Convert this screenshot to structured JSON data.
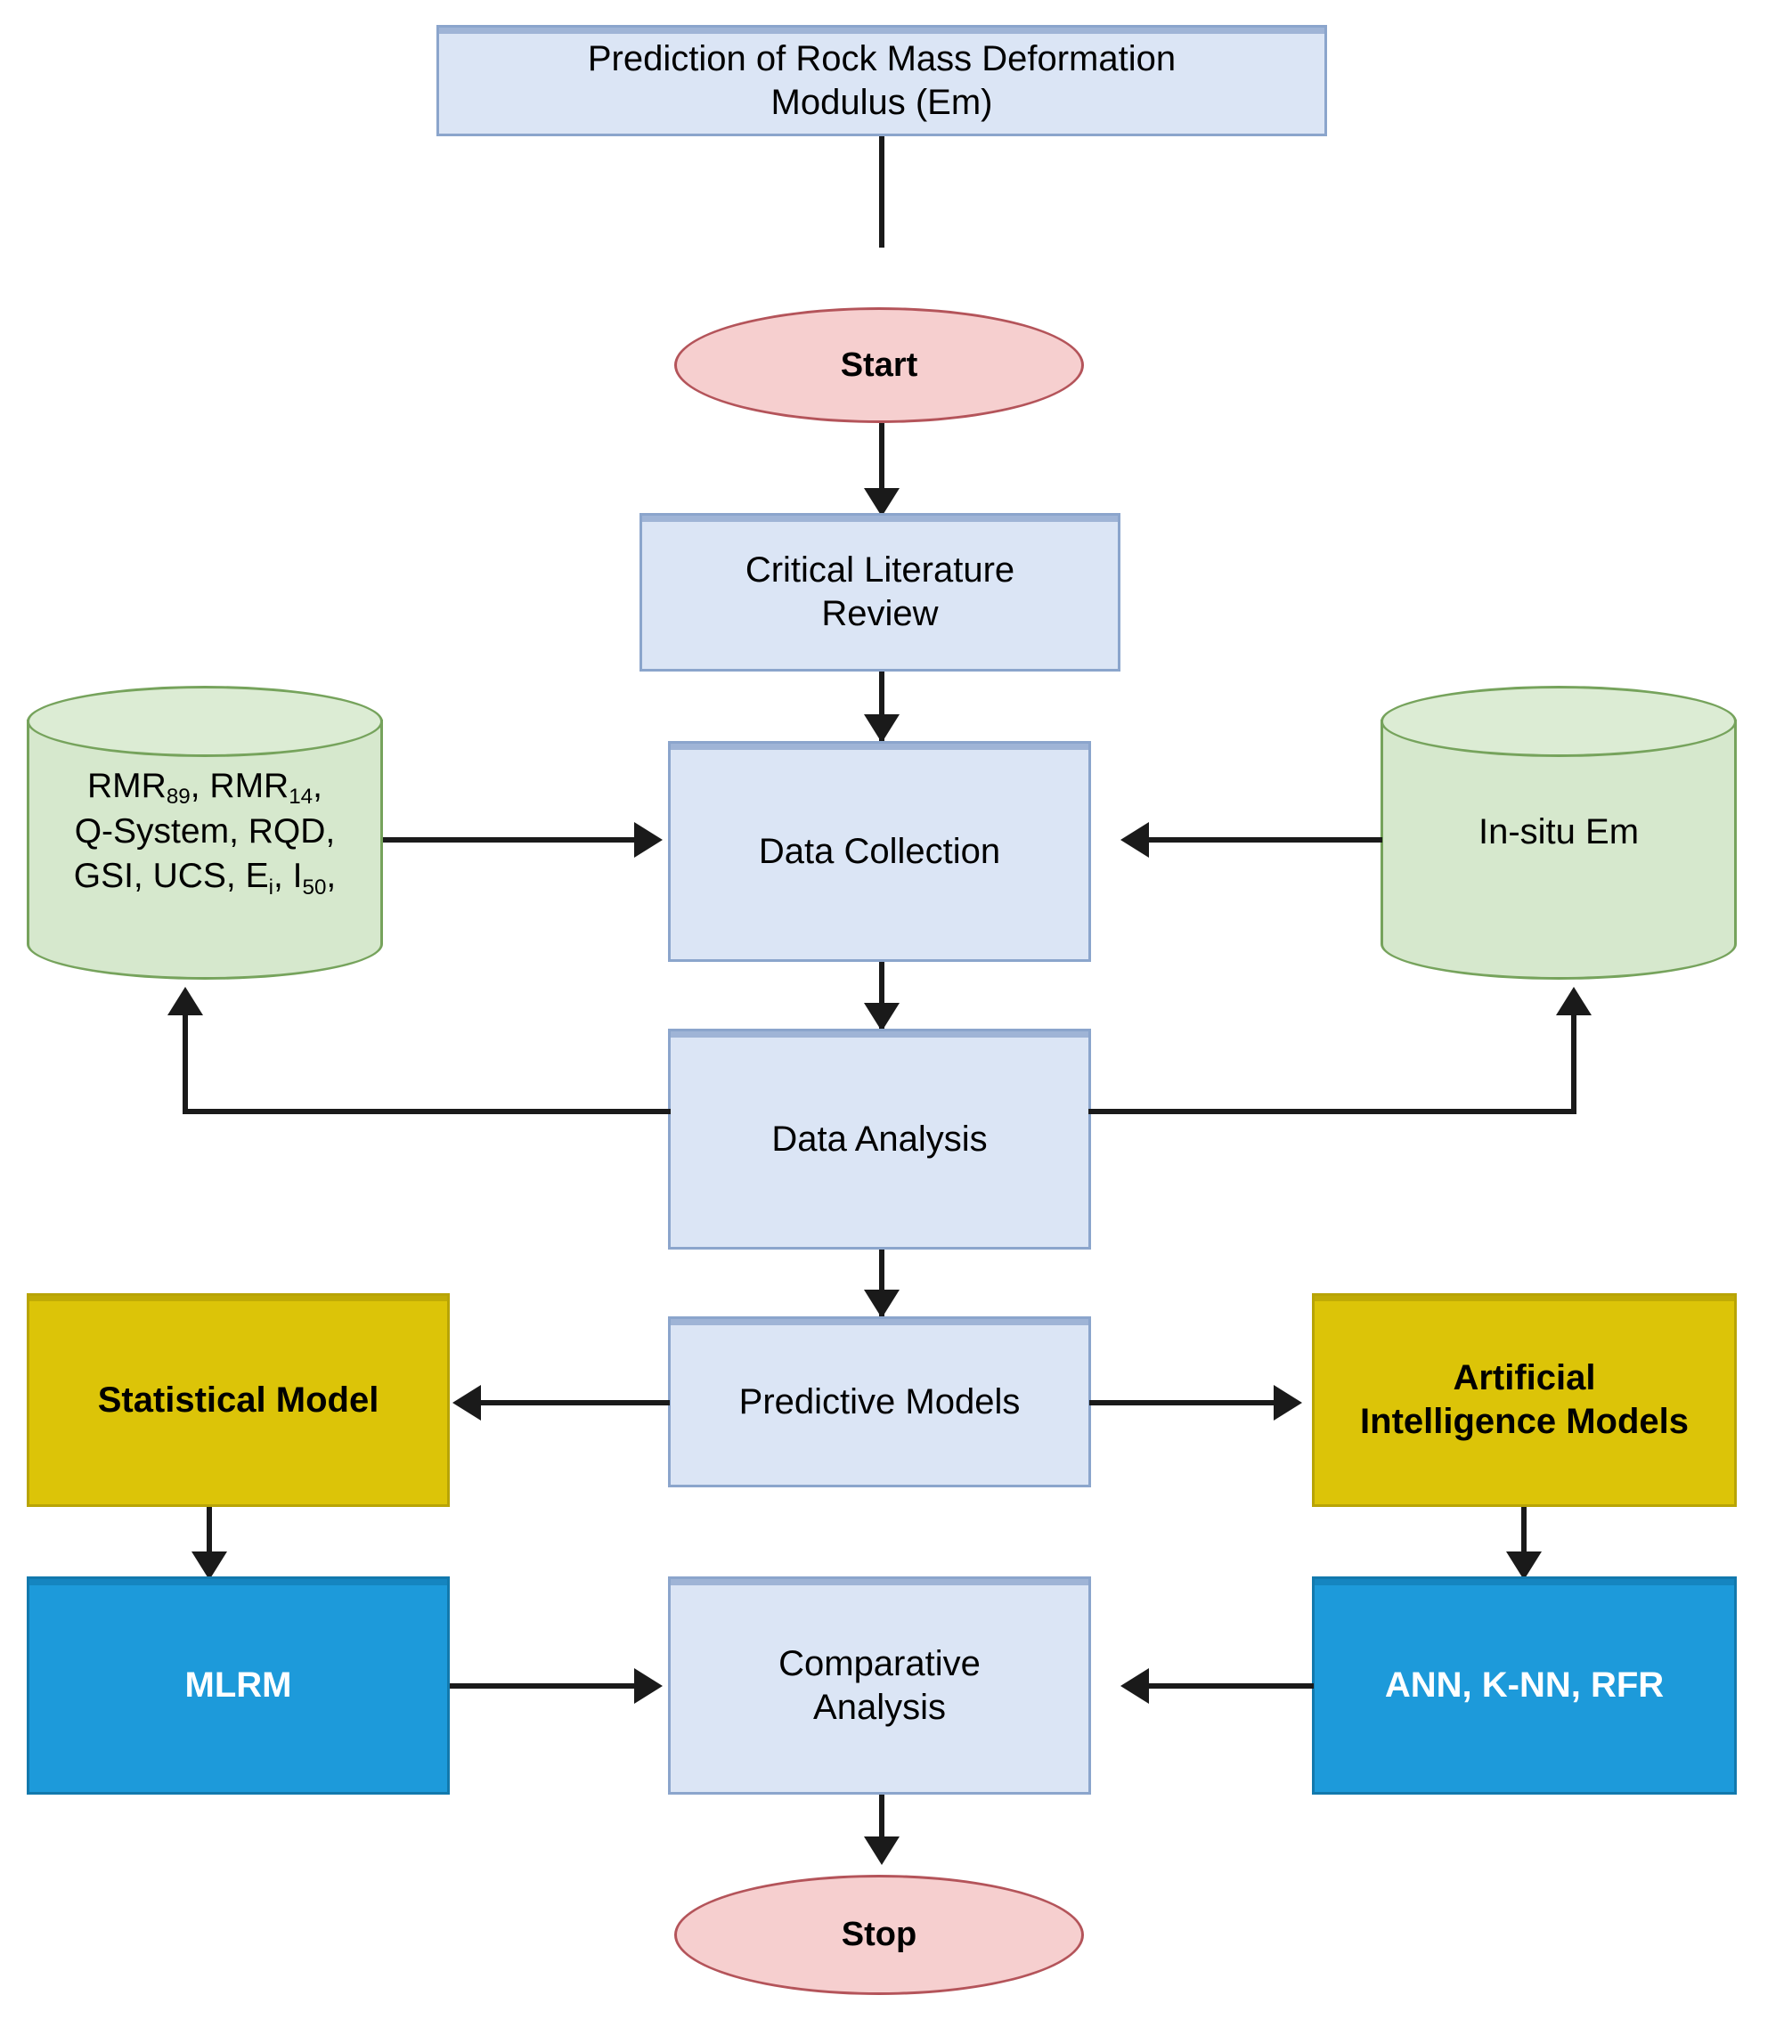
{
  "diagram": {
    "title_box": {
      "line1": "Prediction of Rock Mass Deformation",
      "line2": "Modulus (Em)"
    },
    "start": "Start",
    "stop": "Stop",
    "nodes": {
      "literature_review": {
        "line1": "Critical Literature",
        "line2": "Review"
      },
      "data_collection": "Data Collection",
      "data_analysis": "Data Analysis",
      "predictive_models": "Predictive Models",
      "comparative_analysis": {
        "line1": "Comparative",
        "line2": "Analysis"
      },
      "statistical_model": "Statistical Model",
      "ai_models": {
        "line1": "Artificial",
        "line2": "Intelligence Models"
      },
      "mlrm": "MLRM",
      "ai_methods": "ANN, K-NN, RFR"
    },
    "databases": {
      "input_parameters": {
        "line1_a": "RMR",
        "line1_a_sub": "89",
        "line1_sep": ", ",
        "line1_b": "RMR",
        "line1_b_sub": "14",
        "line1_tail": ",",
        "line2": "Q-System, RQD,",
        "line3_a": "GSI, UCS, E",
        "line3_a_sub": "i",
        "line3_mid": ", I",
        "line3_b_sub": "50",
        "line3_tail": ","
      },
      "in_situ": "In-situ Em"
    },
    "colors": {
      "process_fill": "#dbe5f5",
      "process_border": "#8ba5cc",
      "terminator_fill": "#f6cfcf",
      "terminator_border": "#b4545a",
      "database_fill": "#d6e8cd",
      "database_border": "#76a35c",
      "gold_fill": "#dcc408",
      "gold_border": "#b8a406",
      "blue_fill": "#1d9ada",
      "blue_border": "#1279ad",
      "connector": "#1a1a1a"
    }
  }
}
